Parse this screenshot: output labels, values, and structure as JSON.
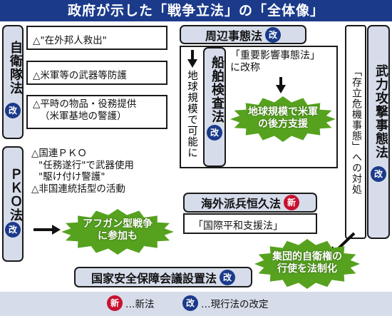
{
  "title": "政府が示した「戦争立法」の「全体像」",
  "badges": {
    "revised": "改",
    "new": "新"
  },
  "self_defense": {
    "label": "自衛隊法",
    "items": [
      "△\"在外邦人救出\"",
      "△米軍等の武器等防護",
      "△平時の物品・役務提供",
      "（米軍基地の警護）"
    ]
  },
  "pko": {
    "label": "ＰＫＯ法",
    "lines": [
      "△国連ＰＫＯ",
      "\"任務遂行\"で武器使用",
      "\"駆け付け警護\"",
      "△非国連統括型の活動"
    ],
    "burst": [
      "アフガン型戦争",
      "に参加も"
    ]
  },
  "periphery": {
    "label": "周辺事態法",
    "vertical_note": "地球規模で可能に",
    "note": [
      "「重要影響事態法」",
      "に改称"
    ],
    "burst": [
      "地球規模で米軍",
      "の後方支援"
    ]
  },
  "ship_inspection": {
    "label": "船舶検査法"
  },
  "armed_attack": {
    "label": "武力攻撃事態法",
    "note": "「存立危機事態」への対処"
  },
  "overseas": {
    "label": "海外派兵恒久法",
    "note": "「国際平和支援法」"
  },
  "collective": {
    "burst": [
      "集団的自衛権の",
      "行使を法制化"
    ]
  },
  "nsc": {
    "label": "国家安全保障会議設置法"
  },
  "legend": {
    "new_text": "…新法",
    "revised_text": "…現行法の改定"
  },
  "colors": {
    "navy": "#1b3a8a",
    "red": "#c8102e",
    "green": "#56a21f",
    "light_blue": "#d6dcea"
  }
}
